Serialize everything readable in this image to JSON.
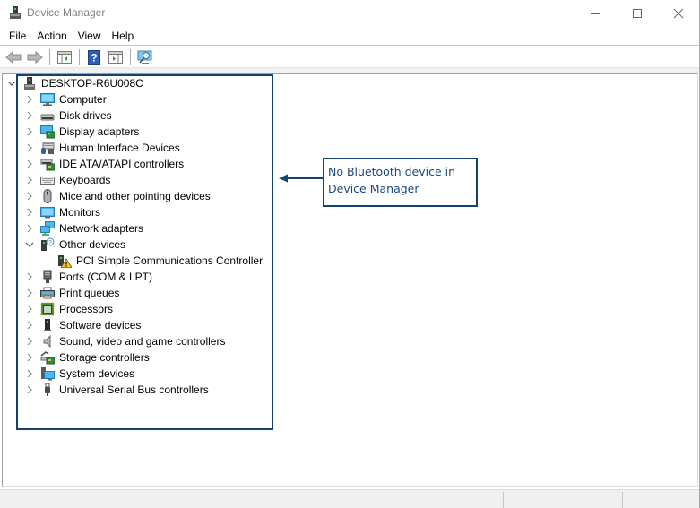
{
  "window": {
    "title": "Device Manager",
    "controls": {
      "minimize": "—",
      "maximize": "☐",
      "close": "✕"
    }
  },
  "menubar": {
    "items": [
      {
        "label": "File"
      },
      {
        "label": "Action"
      },
      {
        "label": "View"
      },
      {
        "label": "Help"
      }
    ]
  },
  "toolbar": {
    "buttons": [
      {
        "name": "back",
        "icon": "back-arrow-icon"
      },
      {
        "name": "forward",
        "icon": "forward-arrow-icon"
      },
      {
        "name": "show-hide-console-tree",
        "icon": "console-tree-icon"
      },
      {
        "name": "help",
        "icon": "help-icon"
      },
      {
        "name": "show-hide-action-pane",
        "icon": "action-pane-icon"
      },
      {
        "name": "scan-hardware",
        "icon": "scan-hardware-icon"
      }
    ]
  },
  "tree": {
    "root": {
      "label": "DESKTOP-R6U008C",
      "expanded": true,
      "icon": "computer-tower-icon"
    },
    "categories": [
      {
        "label": "Computer",
        "icon": "computer-icon",
        "expanded": false
      },
      {
        "label": "Disk drives",
        "icon": "disk-drive-icon",
        "expanded": false
      },
      {
        "label": "Display adapters",
        "icon": "display-adapter-icon",
        "expanded": false
      },
      {
        "label": "Human Interface Devices",
        "icon": "hid-icon",
        "expanded": false
      },
      {
        "label": "IDE ATA/ATAPI controllers",
        "icon": "ide-controller-icon",
        "expanded": false
      },
      {
        "label": "Keyboards",
        "icon": "keyboard-icon",
        "expanded": false
      },
      {
        "label": "Mice and other pointing devices",
        "icon": "mouse-icon",
        "expanded": false
      },
      {
        "label": "Monitors",
        "icon": "monitor-icon",
        "expanded": false
      },
      {
        "label": "Network adapters",
        "icon": "network-adapter-icon",
        "expanded": false
      },
      {
        "label": "Other devices",
        "icon": "unknown-device-icon",
        "expanded": true,
        "children": [
          {
            "label": "PCI Simple Communications Controller",
            "icon": "warning-device-icon",
            "status": "warning"
          }
        ]
      },
      {
        "label": "Ports (COM & LPT)",
        "icon": "port-icon",
        "expanded": false
      },
      {
        "label": "Print queues",
        "icon": "printer-icon",
        "expanded": false
      },
      {
        "label": "Processors",
        "icon": "processor-icon",
        "expanded": false
      },
      {
        "label": "Software devices",
        "icon": "software-device-icon",
        "expanded": false
      },
      {
        "label": "Sound, video and game controllers",
        "icon": "speaker-icon",
        "expanded": false
      },
      {
        "label": "Storage controllers",
        "icon": "storage-controller-icon",
        "expanded": false
      },
      {
        "label": "System devices",
        "icon": "system-device-icon",
        "expanded": false
      },
      {
        "label": "Universal Serial Bus controllers",
        "icon": "usb-icon",
        "expanded": false
      }
    ]
  },
  "annotation": {
    "callout_line1": "No Bluetooth device in",
    "callout_line2": "Device Manager",
    "color": "#14426f"
  },
  "statusbar": {
    "text": ""
  }
}
